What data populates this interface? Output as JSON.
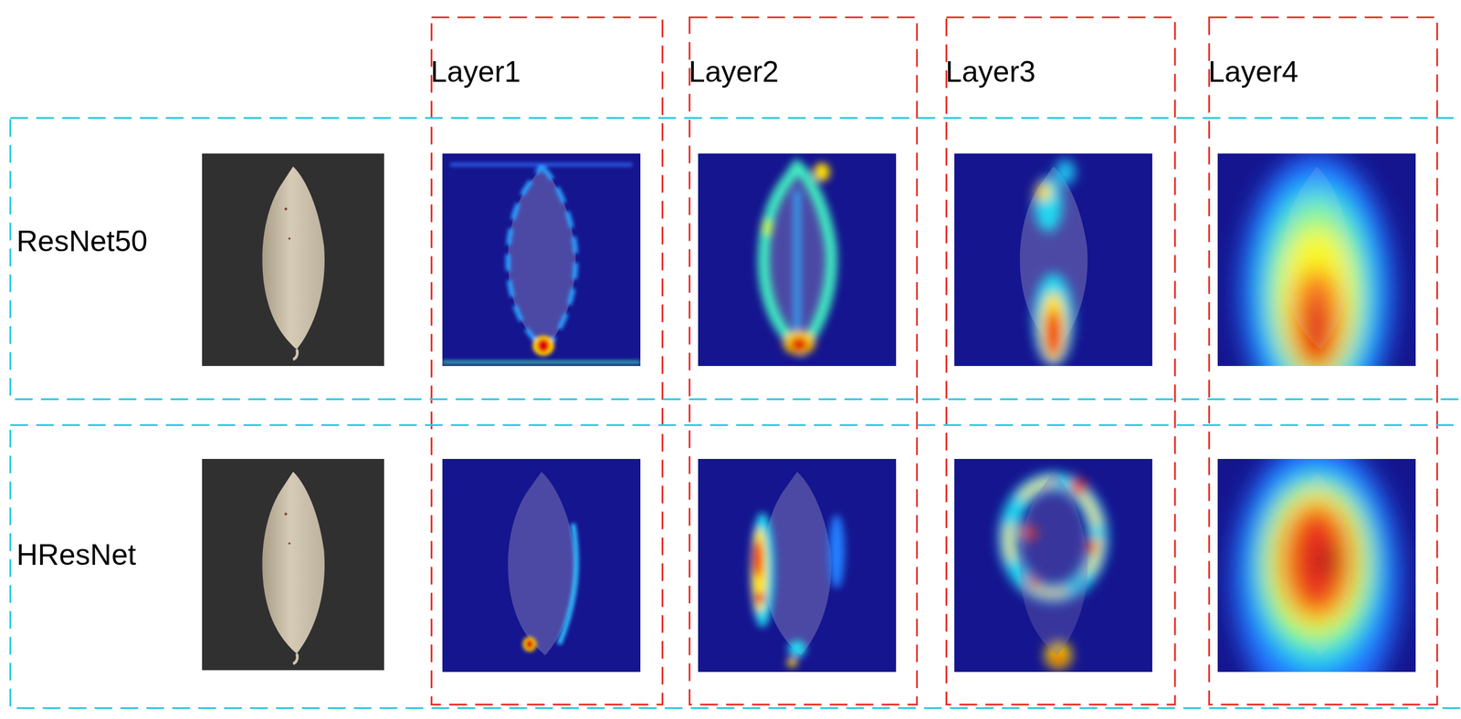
{
  "diagram": {
    "nodes": [
      {
        "text": [
          "Layer1"
        ]
      },
      {
        "text": [
          "Layer2"
        ]
      },
      {
        "text": [
          "Layer3"
        ]
      },
      {
        "text": [
          "Layer4"
        ]
      },
      {
        "text": [
          "ResNet50"
        ]
      },
      {
        "text": [
          "HResNet"
        ]
      }
    ]
  }
}
